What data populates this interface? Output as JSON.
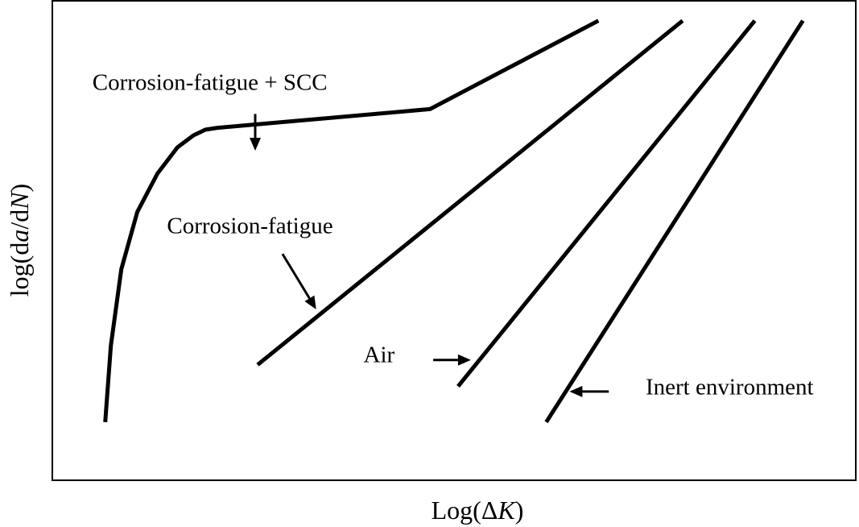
{
  "chart_data": {
    "type": "line",
    "title": "",
    "xlabel_prefix": "Log(Δ",
    "xlabel_var": "K",
    "xlabel_suffix": ")",
    "ylabel_prefix": "log(d",
    "ylabel_var1": "a",
    "ylabel_mid": "/d",
    "ylabel_var2": "N",
    "ylabel_suffix": ")",
    "xlim": [
      0,
      100
    ],
    "ylim": [
      0,
      100
    ],
    "grid": false,
    "legend": "none",
    "series": [
      {
        "key": "cf_scc",
        "x": [
          6.5,
          7.2,
          8.5,
          10.5,
          13.0,
          15.5,
          17.5,
          19.0,
          20.5,
          47.0,
          68.0
        ],
        "y": [
          12,
          28,
          44,
          56,
          64,
          69.5,
          72,
          73.2,
          73.6,
          77.5,
          96.0
        ]
      },
      {
        "key": "cf",
        "x": [
          25.5,
          78.5
        ],
        "y": [
          24,
          96.0
        ]
      },
      {
        "key": "air",
        "x": [
          50.5,
          87.5
        ],
        "y": [
          19.5,
          96.0
        ]
      },
      {
        "key": "inert",
        "x": [
          61.5,
          93.5
        ],
        "y": [
          12,
          96.0
        ]
      }
    ],
    "annotations": [
      {
        "key": "cf_scc",
        "text": "Corrosion-fatigue + SCC",
        "text_x": 4.9,
        "text_y": 81.5,
        "arrow_from": [
          25.2,
          76.5
        ],
        "arrow_to": [
          25.2,
          68.8
        ]
      },
      {
        "key": "cf",
        "text": "Corrosion-fatigue",
        "text_x": 14.2,
        "text_y": 51.5,
        "arrow_from": [
          28.6,
          47.2
        ],
        "arrow_to": [
          32.8,
          35.6
        ]
      },
      {
        "key": "air",
        "text": "Air",
        "text_x": 38.7,
        "text_y": 24.5,
        "arrow_from": [
          47.4,
          25.0
        ],
        "arrow_to": [
          52.1,
          25.0
        ]
      },
      {
        "key": "inert",
        "text": "Inert environment",
        "text_x": 73.9,
        "text_y": 17.8,
        "arrow_from": [
          69.3,
          18.4
        ],
        "arrow_to": [
          64.4,
          18.4
        ]
      }
    ],
    "colors": {
      "line": "#000000",
      "background": "#ffffff"
    }
  }
}
